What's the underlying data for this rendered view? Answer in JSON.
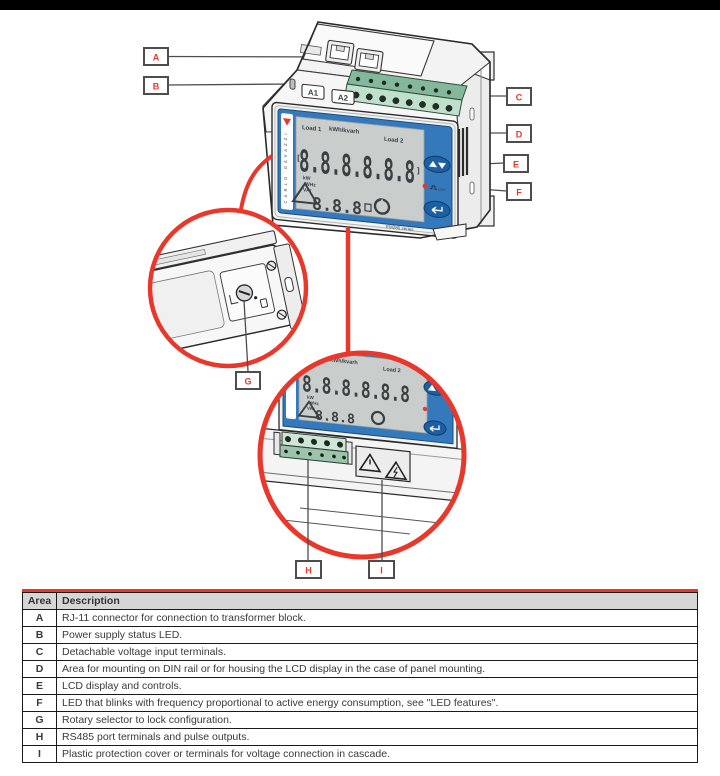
{
  "diagram": {
    "callouts": [
      {
        "id": "A",
        "label": "A"
      },
      {
        "id": "B",
        "label": "B"
      },
      {
        "id": "C",
        "label": "C"
      },
      {
        "id": "D",
        "label": "D"
      },
      {
        "id": "E",
        "label": "E"
      },
      {
        "id": "F",
        "label": "F"
      },
      {
        "id": "G",
        "label": "G"
      },
      {
        "id": "H",
        "label": "H"
      },
      {
        "id": "I",
        "label": "I"
      }
    ],
    "device": {
      "front_labels": [
        "A1",
        "A2"
      ],
      "brand_vertical": "CARLO GAVAZZI",
      "display": {
        "load1": "Load 1",
        "units_row": "kWh/kvarh",
        "load2": "Load 2",
        "big_digits": "8.8.8.8.8.8",
        "small_digits": "8.8.8",
        "unit_kw": "kW",
        "unit_whz": "WHz",
        "unit_var": "VAr",
        "pulse_label": "kWh",
        "model_label": "EM280 series"
      }
    }
  },
  "table": {
    "headers": [
      "Area",
      "Description"
    ],
    "rows": [
      {
        "area": "A",
        "description": "RJ-11 connector for connection to transformer block."
      },
      {
        "area": "B",
        "description": "Power supply status LED."
      },
      {
        "area": "C",
        "description": "Detachable voltage input terminals."
      },
      {
        "area": "D",
        "description": "Area for mounting on DIN rail or for housing the LCD display in the case of panel mounting."
      },
      {
        "area": "E",
        "description": "LCD display and controls."
      },
      {
        "area": "F",
        "description": "LED that blinks with frequency proportional to active energy consumption, see \"LED features\"."
      },
      {
        "area": "G",
        "description": "Rotary selector to lock configuration."
      },
      {
        "area": "H",
        "description": "RS485 port terminals and pulse outputs."
      },
      {
        "area": "I",
        "description": "Plastic protection cover or terminals for voltage connection in cascade."
      }
    ]
  },
  "colors": {
    "accent_red": "#e8382c",
    "bezel_blue": "#3579bd",
    "button_blue": "#1d5fa3",
    "lcd_gray": "#c9cdcc",
    "terminal_green": "#bfe0ca"
  }
}
